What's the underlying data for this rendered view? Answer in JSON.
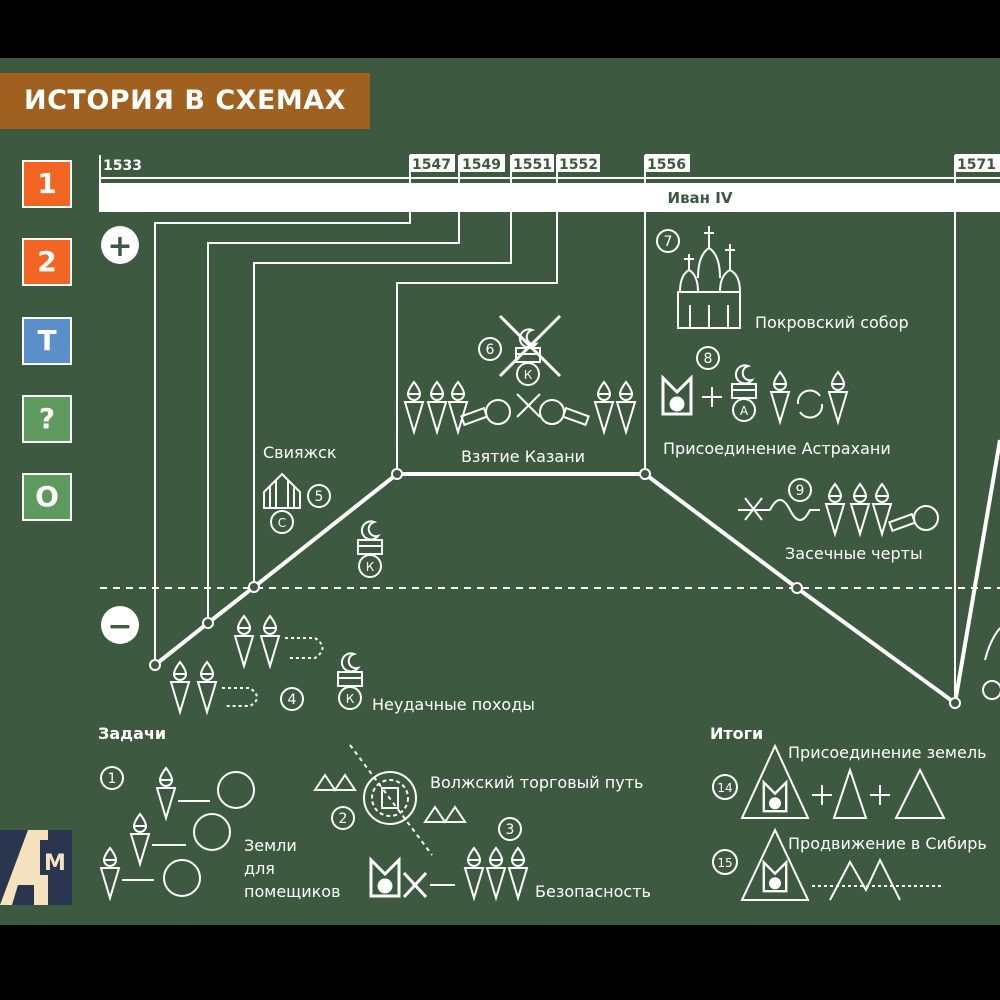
{
  "header": {
    "title": "ИСТОРИЯ В СХЕМАХ"
  },
  "side_buttons": [
    {
      "label": "1",
      "color": "#f26522"
    },
    {
      "label": "2",
      "color": "#f26522"
    },
    {
      "label": "T",
      "color": "#5b8fc9"
    },
    {
      "label": "?",
      "color": "#5e9a5e"
    },
    {
      "label": "O",
      "color": "#5e9a5e"
    }
  ],
  "timeline": {
    "years": [
      "1533",
      "1547",
      "1549",
      "1551",
      "1552",
      "1556",
      "1571"
    ],
    "ruler": "Иван IV"
  },
  "axis": {
    "plus": "+",
    "minus": "−"
  },
  "events": {
    "sviyazhsk": "Свияжск",
    "kazan": "Взятие Казани",
    "pokrov": "Покровский собор",
    "astrakhan": "Присоединение Астрахани",
    "zasechnye": "Засечные черты",
    "failed": "Неудачные походы"
  },
  "numbers": [
    "1",
    "2",
    "3",
    "4",
    "5",
    "6",
    "7",
    "8",
    "9",
    "14",
    "15"
  ],
  "tasks": {
    "heading": "Задачи",
    "volga": "Волжский торговый путь",
    "lands_1": "Земли",
    "lands_2": "для",
    "lands_3": "помещиков",
    "security": "Безопасность"
  },
  "results": {
    "heading": "Итоги",
    "annex": "Присоединение земель",
    "siberia": "Продвижение в Сибирь"
  },
  "icons": {
    "khanate_letter_kazan": "К",
    "khanate_letter_astrakhan": "А",
    "khanate_letter_sviyazhsk": "С"
  },
  "logo": {
    "text": "АМ"
  }
}
